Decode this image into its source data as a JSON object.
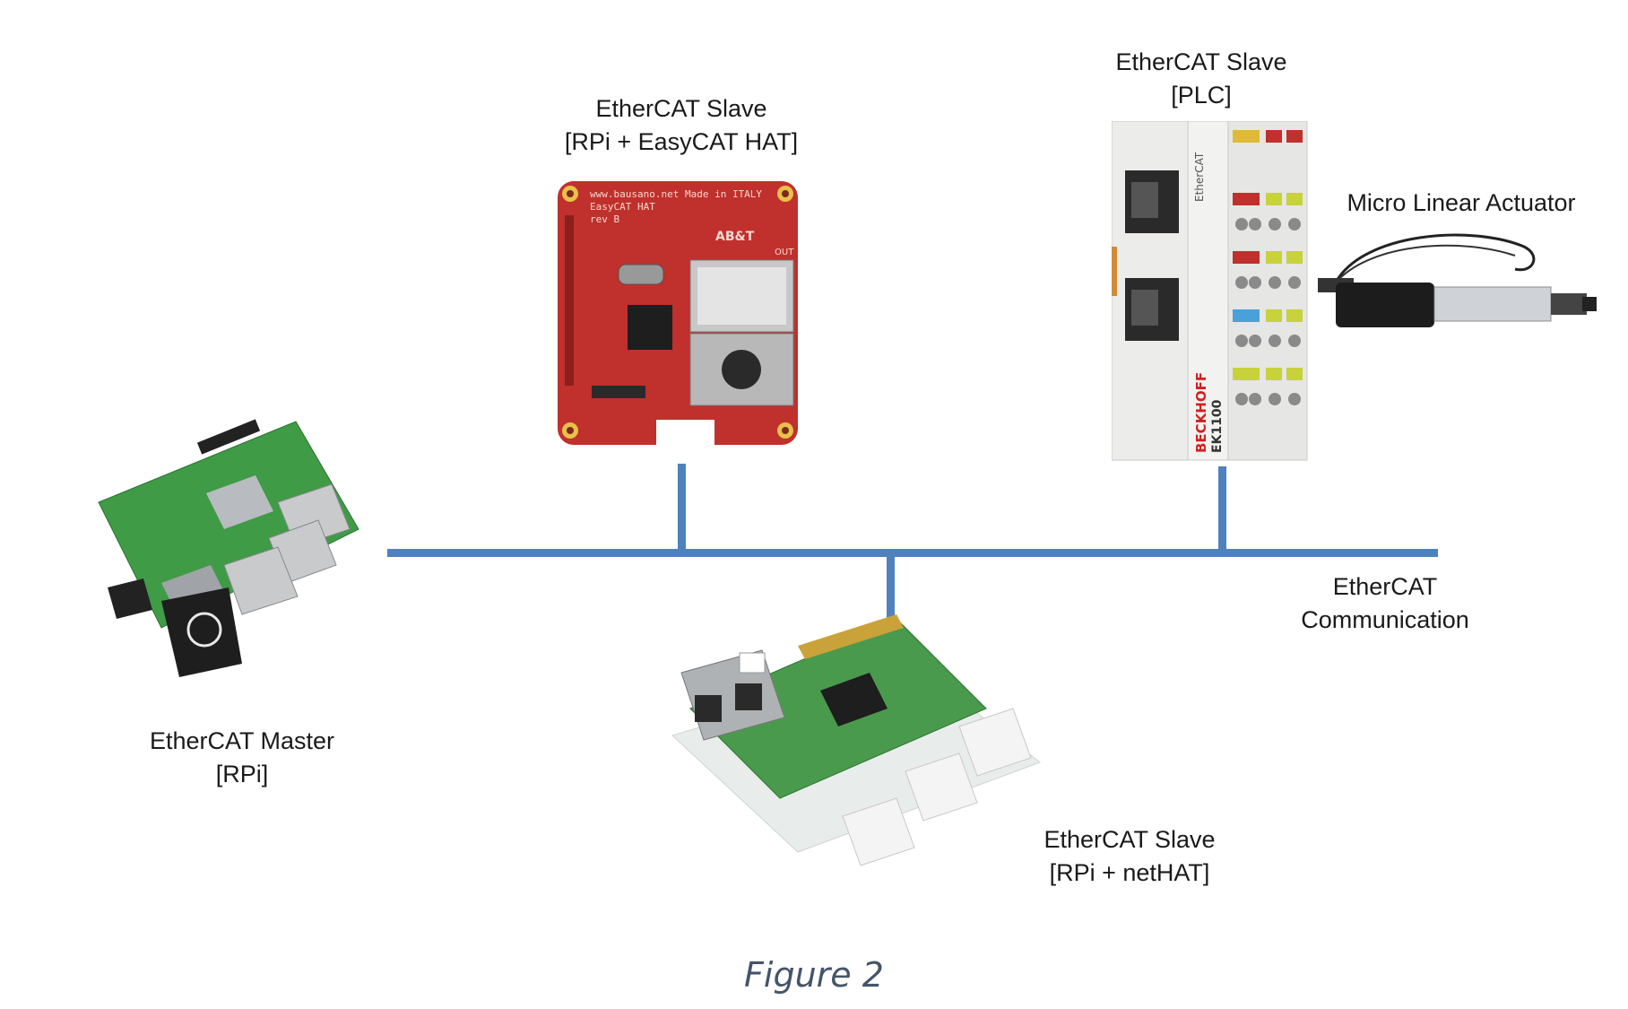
{
  "labels": {
    "slave_hat_title": "EtherCAT Slave",
    "slave_hat_sub": "[RPi + EasyCAT HAT]",
    "slave_plc_title": "EtherCAT Slave",
    "slave_plc_sub": "[PLC]",
    "actuator": "Micro Linear Actuator",
    "master_title": "EtherCAT Master",
    "master_sub": "[RPi]",
    "bus_title": "EtherCAT",
    "bus_sub": "Communication",
    "slave_net_title": "EtherCAT Slave",
    "slave_net_sub": "[RPi + netHAT]"
  },
  "board_text": {
    "easycat_line1": "www.bausano.net  Made in ITALY",
    "easycat_line2": "EasyCAT HAT",
    "easycat_line3": "rev B",
    "easycat_out": "OUT",
    "easycat_logo": "AB&T",
    "plc_brand": "BECKHOFF",
    "plc_model": "EK1100",
    "plc_ethercat": "EtherCAT"
  },
  "caption": "Figure 2",
  "colors": {
    "bus": "#4f81bd",
    "caption": "#44546a",
    "easycat_pcb": "#c0302c",
    "rpi_pcb": "#3f9b46"
  }
}
